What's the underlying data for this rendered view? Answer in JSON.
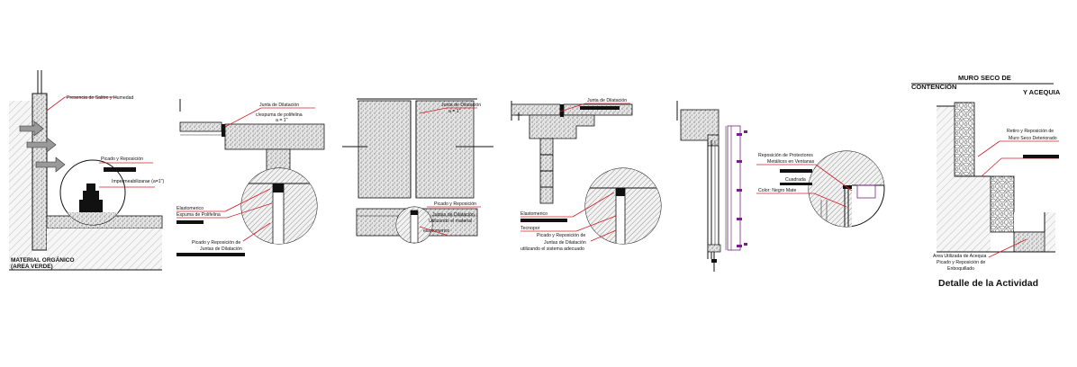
{
  "details": {
    "d1": {
      "label_surface": "Presencia de Salitre y Humedad",
      "label_repair": "Picado y Reposición",
      "label_waterproof": "Impermeabilizarae (a=1\")",
      "label_organic_1": "MATERIAL ORGÁNICO",
      "label_organic_2": "(AREA VERDE)"
    },
    "d2": {
      "label_joint_1": "Junta de Dilatación",
      "label_joint_2": "c/espuma de polifelina",
      "label_joint_3": "a = 1\"",
      "label_elast": "Elastomerico",
      "label_foam": "Espuma de Polifelina",
      "label_repair_1": "Picado y Reposición de",
      "label_repair_2": "Juntas de Dilatación"
    },
    "d3": {
      "label_joint_1": "Junta de Dilatación",
      "label_joint_2": "a = 1\"",
      "label_repair": "Picado y Reposición",
      "label_joint_3": "Juntas de Dilatación",
      "label_material": "Utilizando el material",
      "label_elast": "elastomerico"
    },
    "d4": {
      "label_joint": "Junta de Dilatación",
      "label_elast": "Elastomerico",
      "label_tecno": "Tecnopor",
      "label_repair_1": "Picado y Reposición de",
      "label_repair_2": "Juntas de Dilatación",
      "label_repair_3": "utilizando el sistema adecuado"
    },
    "d5": {
      "label_protect_1": "Reposición de Protectores",
      "label_protect_2": "Metálicos en Ventanas",
      "label_square": "Cuadrada",
      "label_color": "Color: Negro Mate"
    },
    "d6": {
      "title_1": "MURO SECO DE",
      "title_2": "CONTENCIÓN",
      "title_3": "Y ACEQUIA",
      "label_wall_1": "Retiro y Reposición de",
      "label_wall_2": "Muro Seco Deteriorado",
      "label_area_1": "Area Utilizada de Acequia",
      "label_area_2": "Picado y Reposición de",
      "label_area_3": "Enboquillado",
      "caption": "Detalle de la Actividad"
    }
  }
}
